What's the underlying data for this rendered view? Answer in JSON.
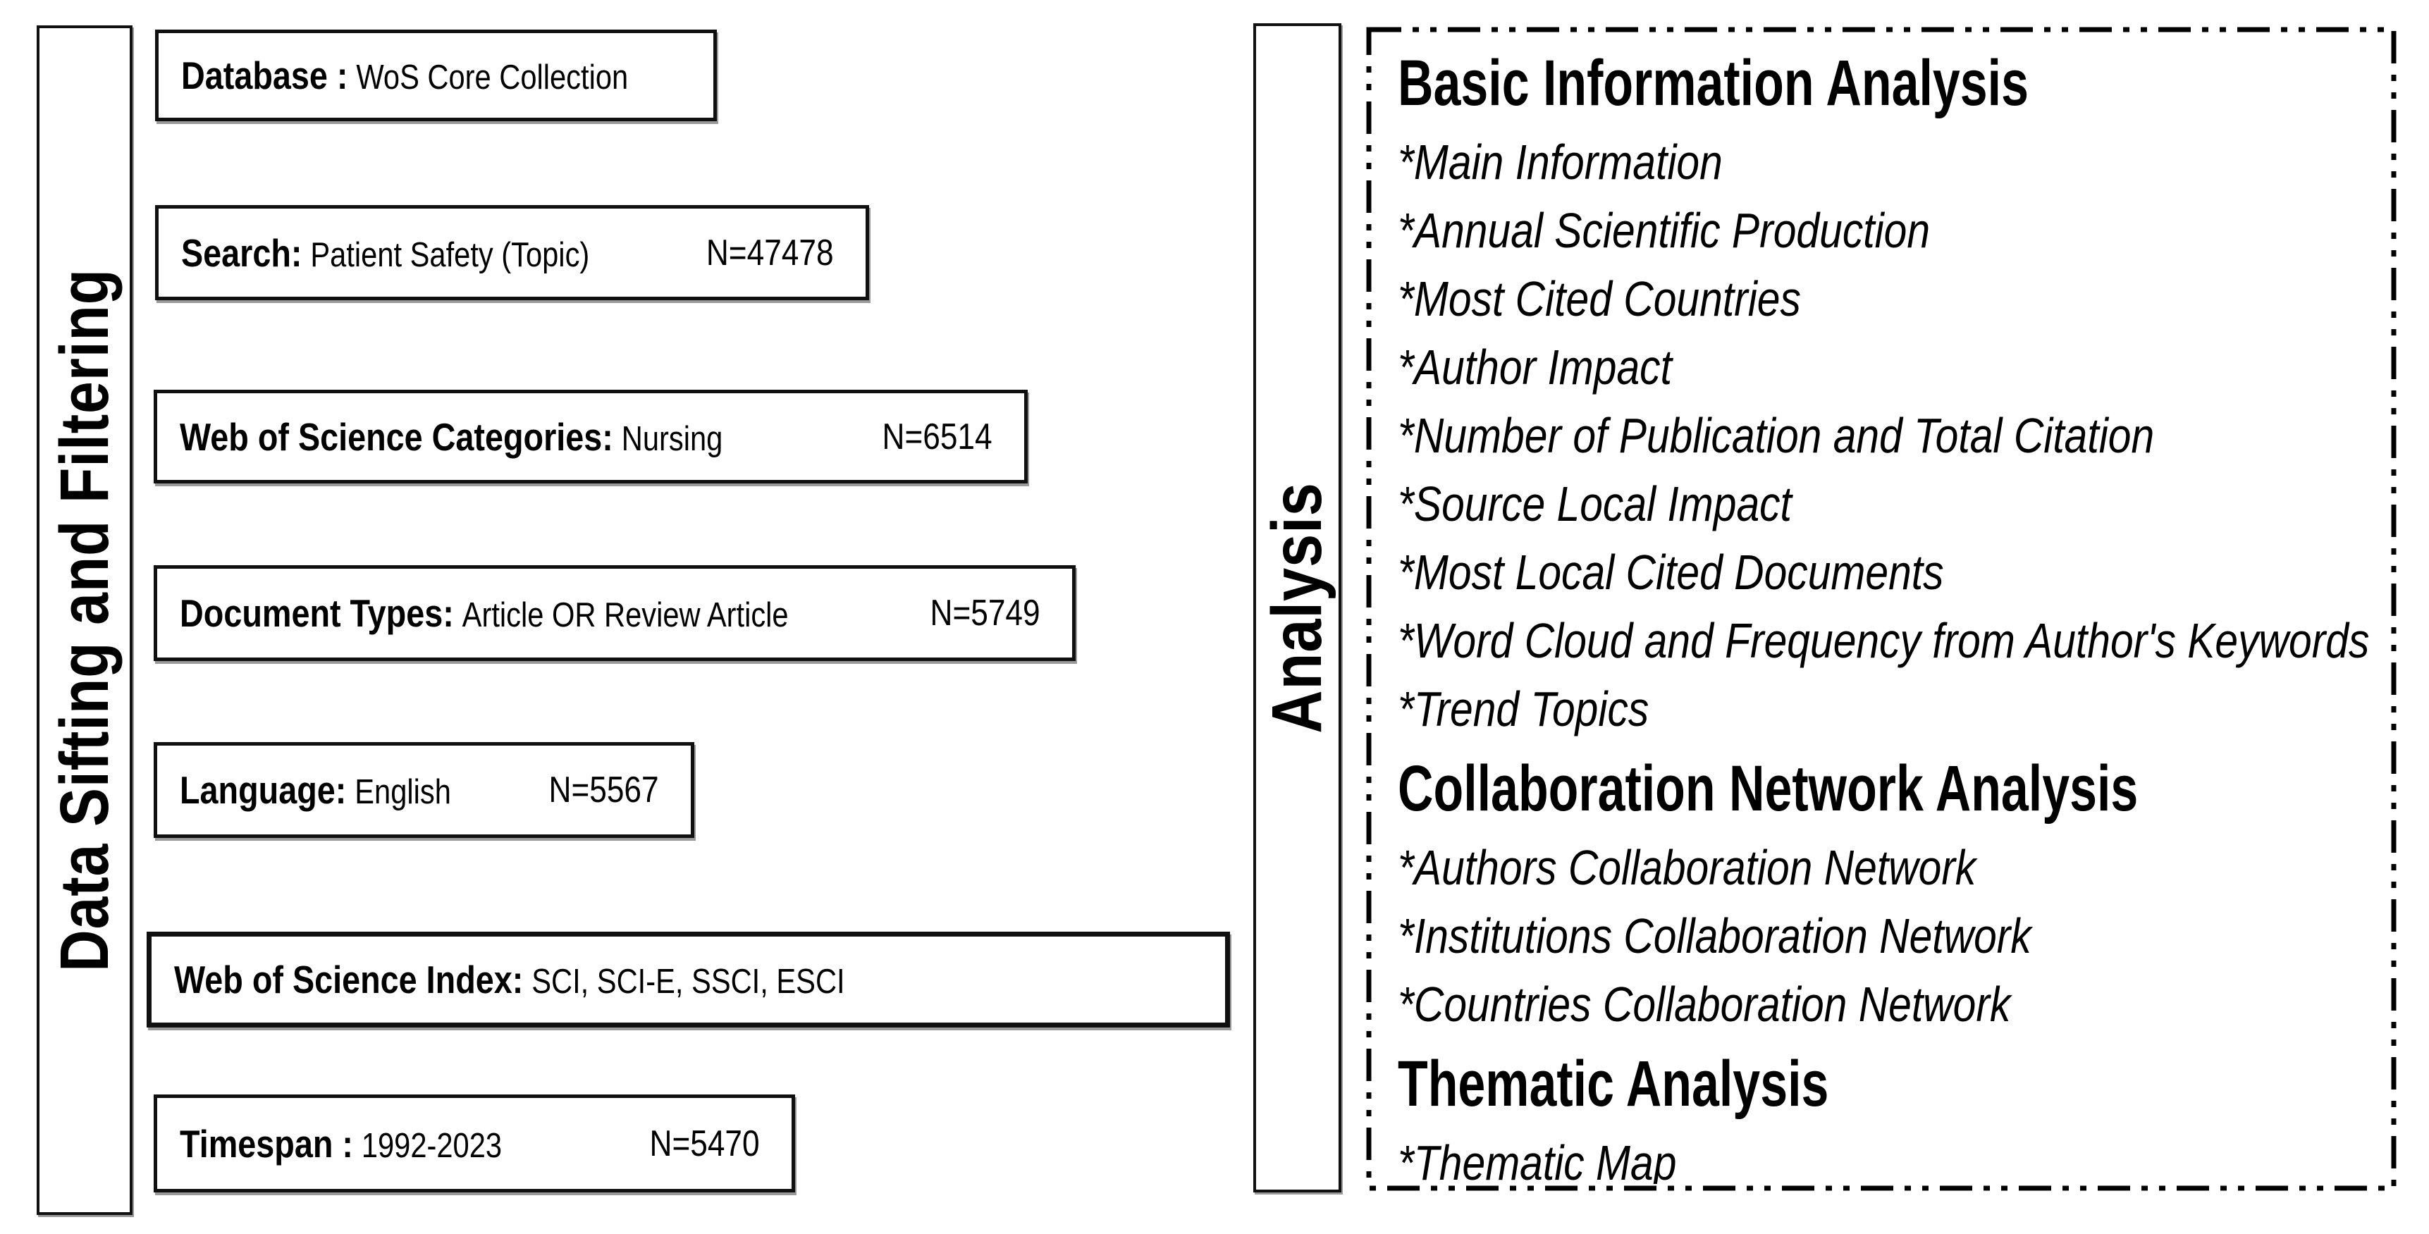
{
  "colors": {
    "ink": "#000000",
    "background": "#ffffff"
  },
  "left_panel": {
    "vertical_label": "Data Sifting and Filtering",
    "boxes": [
      {
        "label": "Database :",
        "value": "WoS Core Collection",
        "n": ""
      },
      {
        "label": "Search:",
        "value": "Patient Safety (Topic)",
        "n": "N=47478"
      },
      {
        "label": "Web of Science Categories:",
        "value": "Nursing",
        "n": "N=6514"
      },
      {
        "label": "Document Types:",
        "value": "Article OR Review Article",
        "n": "N=5749"
      },
      {
        "label": "Language:",
        "value": "English",
        "n": "N=5567"
      },
      {
        "label": "Web of Science Index:",
        "value": "SCI, SCI-E, SSCI, ESCI",
        "n": ""
      },
      {
        "label": "Timespan :",
        "value": "1992-2023",
        "n": "N=5470"
      }
    ]
  },
  "right_panel": {
    "vertical_label": "Analysis",
    "sections": [
      {
        "heading": "Basic Information Analysis",
        "items": [
          "*Main Information",
          "*Annual Scientific Production",
          "*Most Cited Countries",
          "*Author Impact",
          "*Number of Publication and Total Citation",
          "*Source Local Impact",
          "*Most Local Cited Documents",
          "*Word Cloud and Frequency from Author's Keywords",
          "*Trend Topics"
        ]
      },
      {
        "heading": "Collaboration Network Analysis",
        "items": [
          "*Authors Collaboration Network",
          "*Institutions Collaboration Network",
          "*Countries Collaboration Network"
        ]
      },
      {
        "heading": "Thematic Analysis",
        "items": [
          "*Thematic Map"
        ]
      }
    ]
  }
}
